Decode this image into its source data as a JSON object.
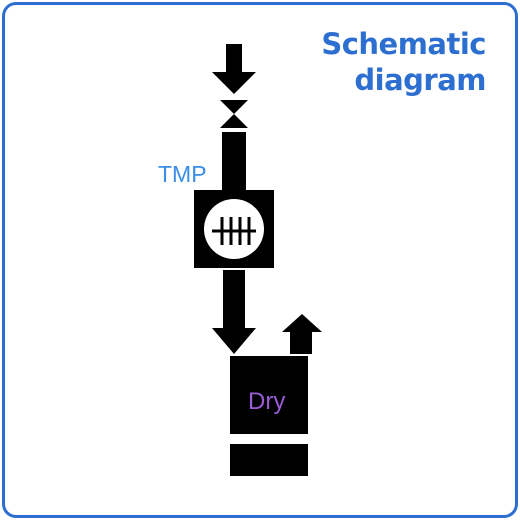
{
  "header": {
    "title_line1": "Schematic",
    "title_line2": "diagram"
  },
  "diagram": {
    "pump_label": "TMP",
    "dry_pump_label": "Dry"
  },
  "colors": {
    "accent": "#2d6fd0",
    "tmp_label": "#3a8ee6",
    "dry_label": "#9a5cd6",
    "ink": "#000000"
  },
  "icons": [
    "arrow-down-icon",
    "valve-icon",
    "turbo-pump-icon",
    "arrow-up-icon"
  ]
}
